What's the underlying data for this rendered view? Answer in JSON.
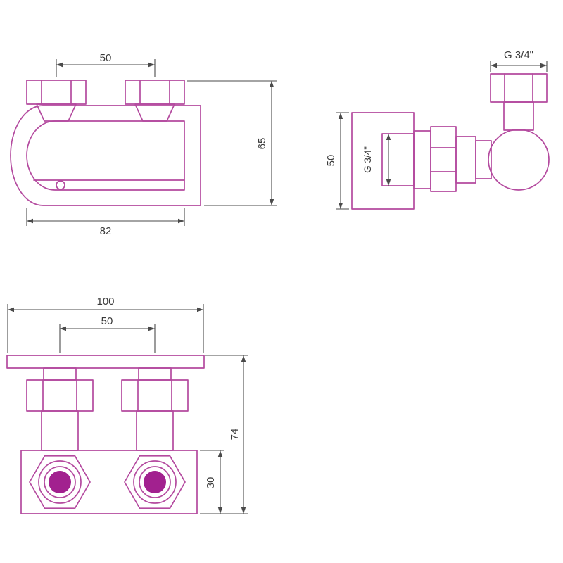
{
  "colors": {
    "background": "#ffffff",
    "outline": "#b44a9f",
    "accent_fill": "#a2218f",
    "dimension": "#4a4a4a",
    "text": "#3a3a3a"
  },
  "labels": {
    "front": {
      "nut_spacing": "50",
      "height": "65",
      "base_width": "82"
    },
    "side": {
      "thread_top": "G 3/4\"",
      "thread_socket": "G 3/4\"",
      "plate_height": "50"
    },
    "bottom": {
      "overall_width": "100",
      "nut_spacing": "50",
      "total_height": "74",
      "body_height": "30"
    }
  }
}
